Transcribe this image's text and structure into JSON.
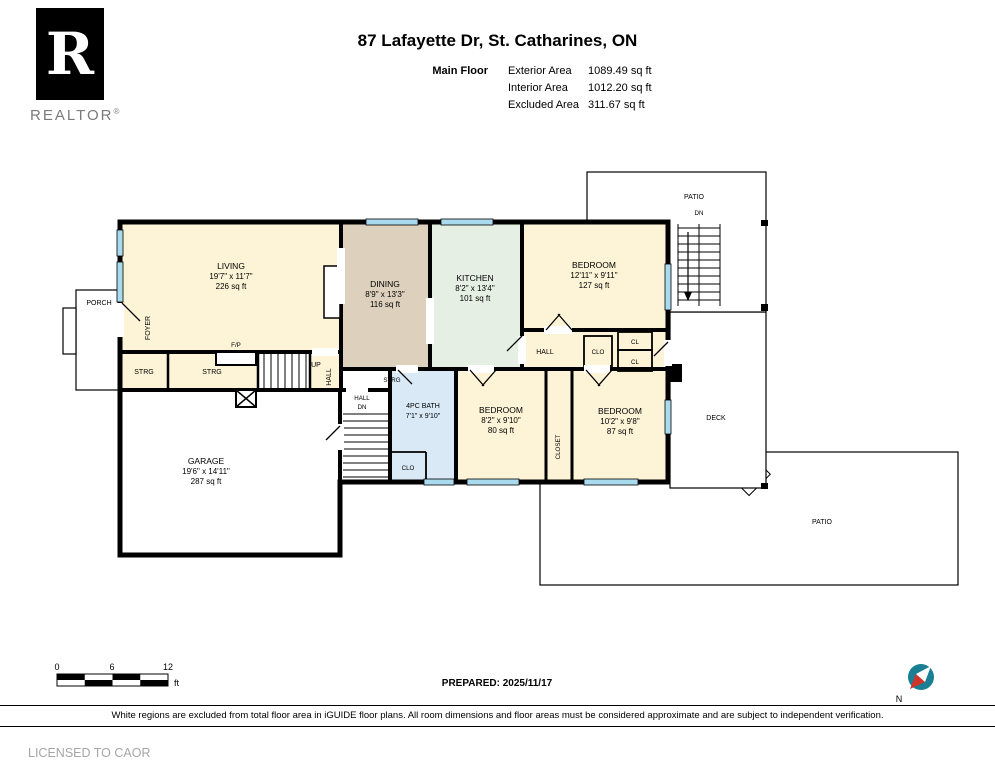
{
  "header": {
    "logo": {
      "brand": "REALTOR",
      "reg": "®",
      "r_glyph": "R"
    },
    "title": "87 Lafayette Dr, St. Catharines, ON",
    "floor_label": "Main Floor",
    "stats": [
      {
        "label": "Exterior Area",
        "value": "1089.49 sq ft"
      },
      {
        "label": "Interior Area",
        "value": "1012.20 sq ft"
      },
      {
        "label": "Excluded Area",
        "value": "311.67 sq ft"
      }
    ]
  },
  "colors": {
    "cream": "#fdf3d6",
    "tan": "#ddd1bd",
    "mint": "#e6efe4",
    "bath_blue": "#d9e9f5",
    "window": "#a9daee",
    "wall": "#000000",
    "compass_teal": "#1b7f93",
    "compass_red": "#d03328"
  },
  "rooms": {
    "living": {
      "name": "LIVING",
      "dims": "19'7\" x 11'7\"",
      "area": "226 sq ft"
    },
    "dining": {
      "name": "DINING",
      "dims": "8'9\" x 13'3\"",
      "area": "116 sq ft"
    },
    "kitchen": {
      "name": "KITCHEN",
      "dims": "8'2\" x 13'4\"",
      "area": "101 sq ft"
    },
    "bedroom_top": {
      "name": "BEDROOM",
      "dims": "12'11\" x 9'11\"",
      "area": "127 sq ft"
    },
    "bedroom_mid": {
      "name": "BEDROOM",
      "dims": "8'2\" x 9'10\"",
      "area": "80 sq ft"
    },
    "bedroom_right": {
      "name": "BEDROOM",
      "dims": "10'2\" x 9'8\"",
      "area": "87 sq ft"
    },
    "bath": {
      "name": "4PC BATH",
      "dims": "7'1\" x 9'10\""
    },
    "garage": {
      "name": "GARAGE",
      "dims": "19'6\" x 14'11\"",
      "area": "287 sq ft"
    }
  },
  "labels": {
    "porch": "PORCH",
    "foyer": "FOYER",
    "fireplace": "F/P",
    "strg_left": "STRG",
    "strg_mid": "STRG",
    "strg_small": "STRG",
    "up": "UP",
    "hall_vertical": "HALL",
    "hall_top": "HALL",
    "hall_lower": "HALL",
    "dn_lower": "DN",
    "clo_top": "CLO",
    "cl_upper": "CL",
    "cl_lower": "CL",
    "clo_bath": "CLO",
    "closet_vertical": "CLOSET",
    "deck": "DECK",
    "patio_top": "PATIO",
    "patio_top_dn": "DN",
    "patio_bottom": "PATIO"
  },
  "footer": {
    "scale": {
      "start": "0",
      "mid": "6",
      "end": "12",
      "unit": "ft"
    },
    "prepared": "PREPARED: 2025/11/17",
    "compass_n": "N",
    "disclaimer": "White regions are excluded from total floor area in iGUIDE floor plans. All room dimensions and floor areas must be considered approximate and are subject to independent verification.",
    "licensed": "LICENSED TO CAOR"
  }
}
